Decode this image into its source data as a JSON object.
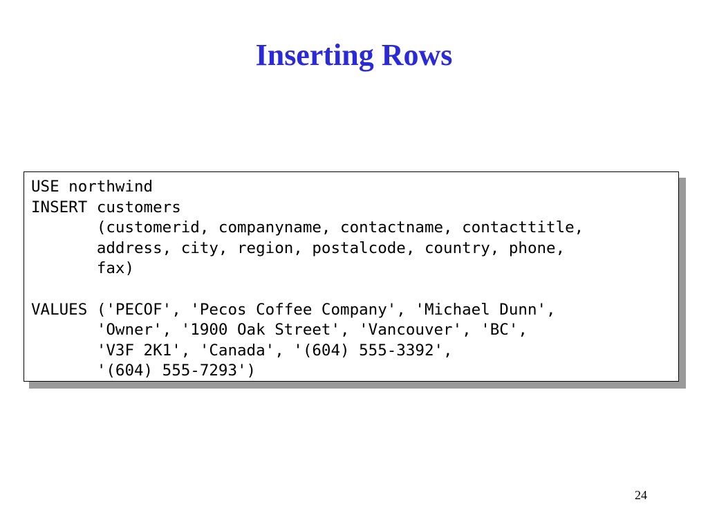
{
  "slide": {
    "title": "Inserting Rows",
    "page_number": "24",
    "title_color": "#2a2ad8"
  },
  "code": {
    "lines": [
      "USE northwind",
      "INSERT customers",
      "       (customerid, companyname, contactname, contacttitle,",
      "       address, city, region, postalcode, country, phone,",
      "       fax)",
      "",
      "VALUES ('PECOF', 'Pecos Coffee Company', 'Michael Dunn',",
      "       'Owner', '1900 Oak Street', 'Vancouver', 'BC',",
      "       'V3F 2K1', 'Canada', '(604) 555-3392',",
      "       '(604) 555-7293')"
    ]
  }
}
